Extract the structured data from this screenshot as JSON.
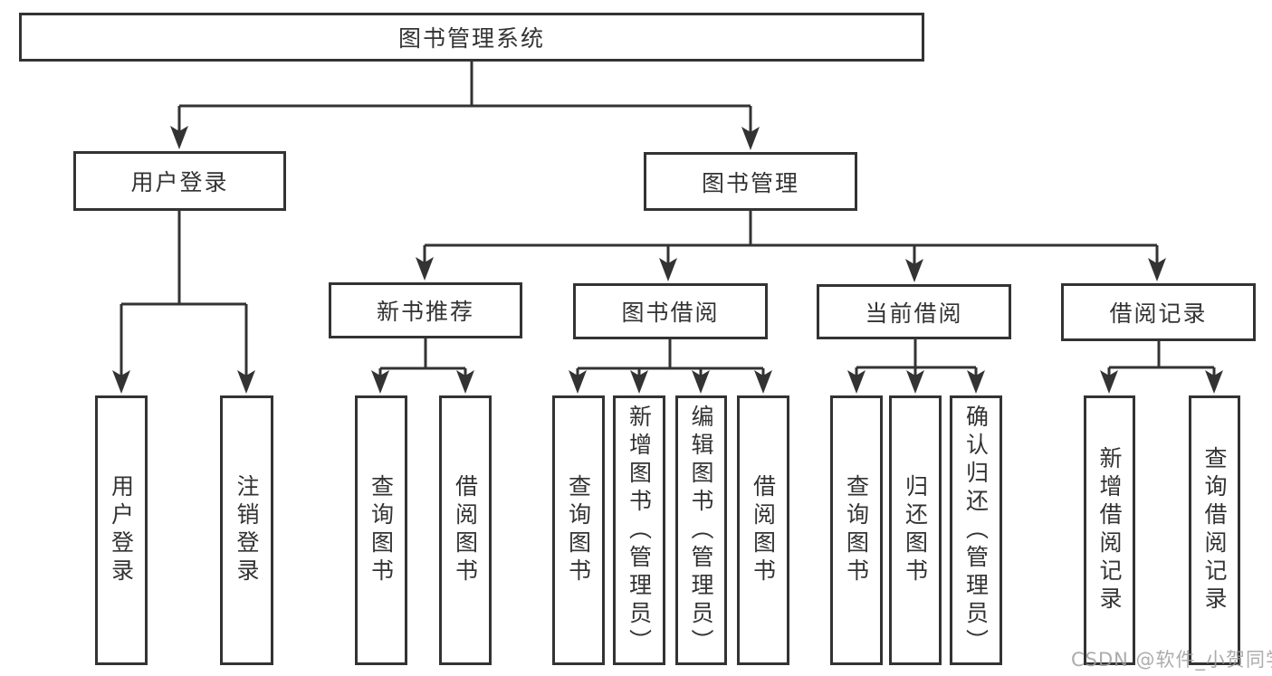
{
  "diagram_type": "hierarchy-tree",
  "tree": {
    "root": {
      "label": "图书管理系统",
      "children": [
        {
          "label": "用户登录",
          "children": [
            {
              "label": "用户登录"
            },
            {
              "label": "注销登录"
            }
          ]
        },
        {
          "label": "图书管理",
          "children": [
            {
              "label": "新书推荐",
              "children": [
                {
                  "label": "查询图书"
                },
                {
                  "label": "借阅图书"
                }
              ]
            },
            {
              "label": "图书借阅",
              "children": [
                {
                  "label": "查询图书"
                },
                {
                  "label": "新增图书（管理员）"
                },
                {
                  "label": "编辑图书（管理员）"
                },
                {
                  "label": "借阅图书"
                }
              ]
            },
            {
              "label": "当前借阅",
              "children": [
                {
                  "label": "查询图书"
                },
                {
                  "label": "归还图书"
                },
                {
                  "label": "确认归还（管理员）"
                }
              ]
            },
            {
              "label": "借阅记录",
              "children": [
                {
                  "label": "新增借阅记录"
                },
                {
                  "label": "查询借阅记录"
                }
              ]
            }
          ]
        }
      ]
    }
  },
  "watermark": {
    "text": "CSDN @软件_小贺同学"
  },
  "colors": {
    "box_border": "#333333",
    "box_fill": "#ffffff",
    "text": "#333333",
    "connector": "#333333",
    "watermark": "#9e9e9e",
    "background": "#ffffff"
  }
}
